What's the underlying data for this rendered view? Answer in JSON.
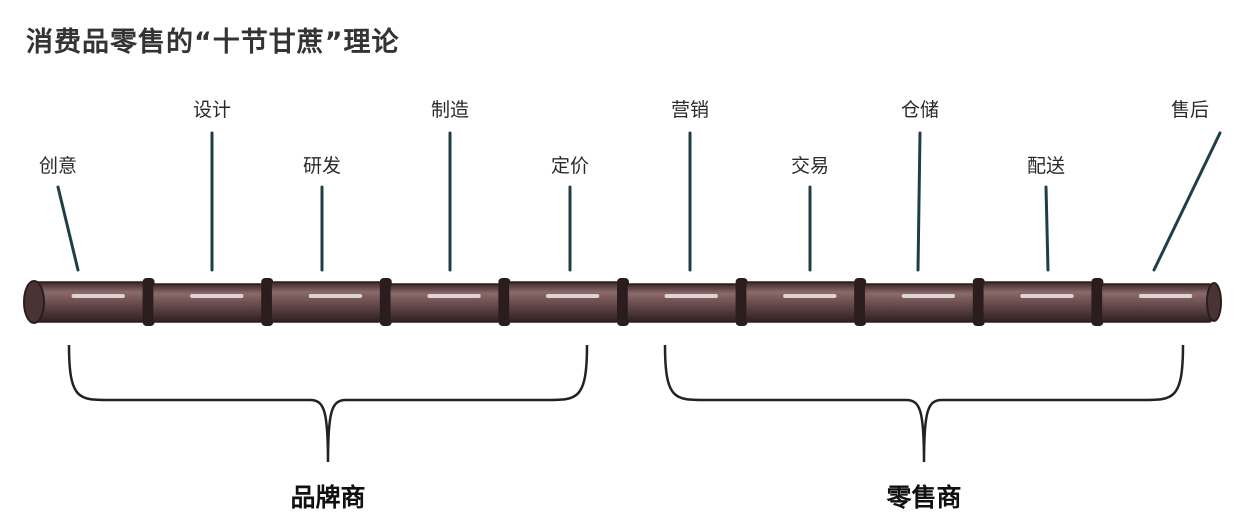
{
  "title": "消费品零售的“十节甘蔗”理论",
  "stages": [
    {
      "name": "创意",
      "level": "low"
    },
    {
      "name": "设计",
      "level": "high"
    },
    {
      "name": "研发",
      "level": "low"
    },
    {
      "name": "制造",
      "level": "high"
    },
    {
      "name": "定价",
      "level": "low"
    },
    {
      "name": "营销",
      "level": "high"
    },
    {
      "name": "交易",
      "level": "low"
    },
    {
      "name": "仓储",
      "level": "high"
    },
    {
      "name": "配送",
      "level": "low"
    },
    {
      "name": "售后",
      "level": "high"
    }
  ],
  "groups": [
    {
      "name": "品牌商",
      "stage_range": [
        1,
        5
      ]
    },
    {
      "name": "零售商",
      "stage_range": [
        6,
        10
      ]
    }
  ],
  "colors": {
    "cane": "#6e4f50",
    "cane_dark": "#2b1d1e",
    "pointer": "#1f3f46",
    "bracket": "#222222"
  }
}
